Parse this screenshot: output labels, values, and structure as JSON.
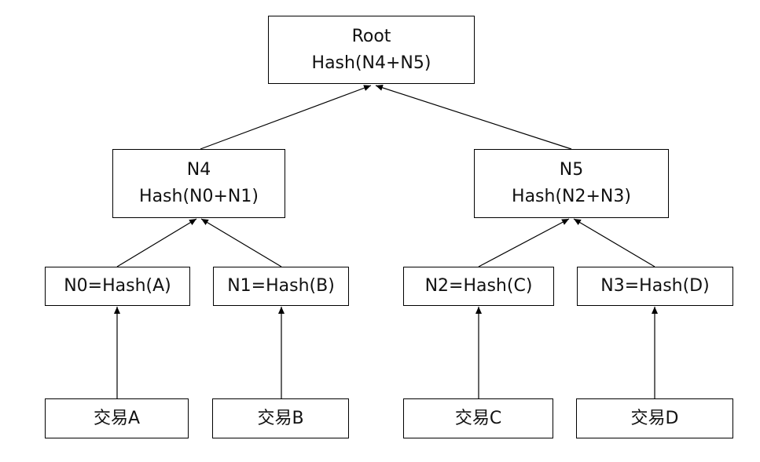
{
  "nodes": {
    "root": {
      "line1": "Root",
      "line2": "Hash(N4+N5)"
    },
    "n4": {
      "line1": "N4",
      "line2": "Hash(N0+N1)"
    },
    "n5": {
      "line1": "N5",
      "line2": "Hash(N2+N3)"
    },
    "n0": {
      "line1": "N0=Hash(A)"
    },
    "n1": {
      "line1": "N1=Hash(B)"
    },
    "n2": {
      "line1": "N2=Hash(C)"
    },
    "n3": {
      "line1": "N3=Hash(D)"
    },
    "tx_a": {
      "line1": "交易A"
    },
    "tx_b": {
      "line1": "交易B"
    },
    "tx_c": {
      "line1": "交易C"
    },
    "tx_d": {
      "line1": "交易D"
    }
  },
  "edges": [
    {
      "from": "n4",
      "to": "root"
    },
    {
      "from": "n5",
      "to": "root"
    },
    {
      "from": "n0",
      "to": "n4"
    },
    {
      "from": "n1",
      "to": "n4"
    },
    {
      "from": "n2",
      "to": "n5"
    },
    {
      "from": "n3",
      "to": "n5"
    },
    {
      "from": "tx_a",
      "to": "n0"
    },
    {
      "from": "tx_b",
      "to": "n1"
    },
    {
      "from": "tx_c",
      "to": "n2"
    },
    {
      "from": "tx_d",
      "to": "n3"
    }
  ]
}
